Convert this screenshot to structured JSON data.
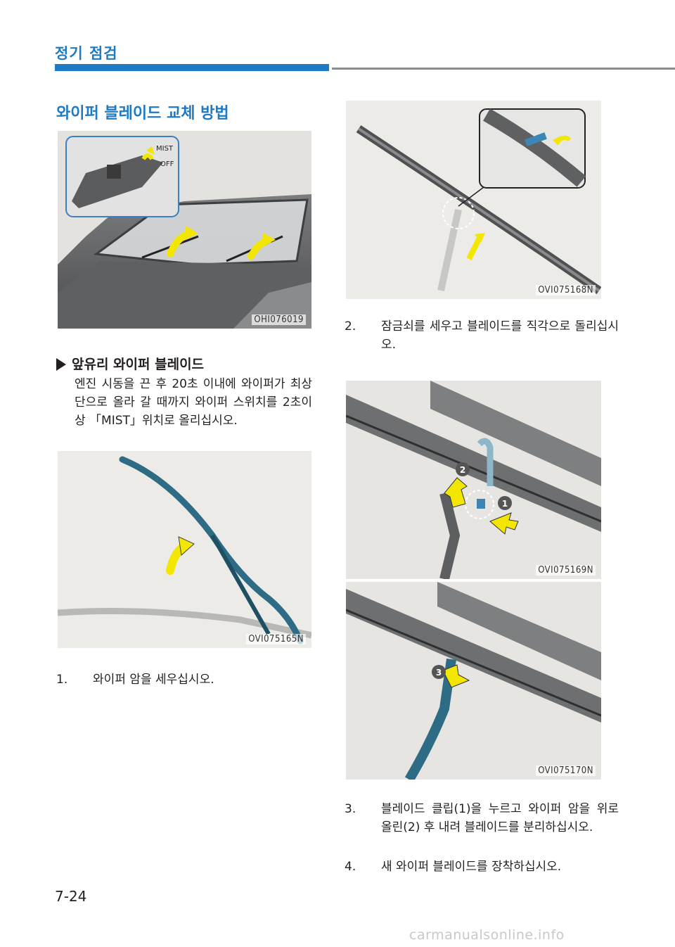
{
  "header": {
    "title": "정기 점검"
  },
  "section": {
    "title": "와이퍼 블레이드 교체 방법"
  },
  "figures": {
    "fig1": {
      "code": "OHI076019",
      "labels": {
        "mist": "MIST",
        "off": "OFF"
      }
    },
    "fig2": {
      "code": "OVI075165N"
    },
    "fig3": {
      "code": "OVI075168N"
    },
    "fig4": {
      "code": "OVI075169N",
      "markers": [
        "2",
        "1"
      ]
    },
    "fig5": {
      "code": "OVI075170N",
      "markers": [
        "3"
      ]
    }
  },
  "subsection": {
    "title": "앞유리 와이퍼 블레이드",
    "body": "엔진 시동을 끈 후 20초 이내에 와이퍼가 최상단으로 올라 갈 때까지 와이퍼 스위치를 2초이상 「MIST」위치로 올리십시오."
  },
  "steps": [
    {
      "num": "1.",
      "text": "와이퍼 암을 세우십시오."
    },
    {
      "num": "2.",
      "text": "잠금쇠를 세우고 블레이드를 직각으로 돌리십시오."
    },
    {
      "num": "3.",
      "text": "블레이드 클립(1)을 누르고 와이퍼 암을 위로 올린(2) 후 내려 블레이드를 분리하십시오."
    },
    {
      "num": "4.",
      "text": "새 와이퍼 블레이드를 장착하십시오."
    }
  ],
  "footer": {
    "page": "7-24",
    "watermark": "carmanualsonline.info"
  },
  "colors": {
    "accent": "#1f7ac4",
    "arrow": "#f3e600",
    "blade": "#2e6c86"
  }
}
